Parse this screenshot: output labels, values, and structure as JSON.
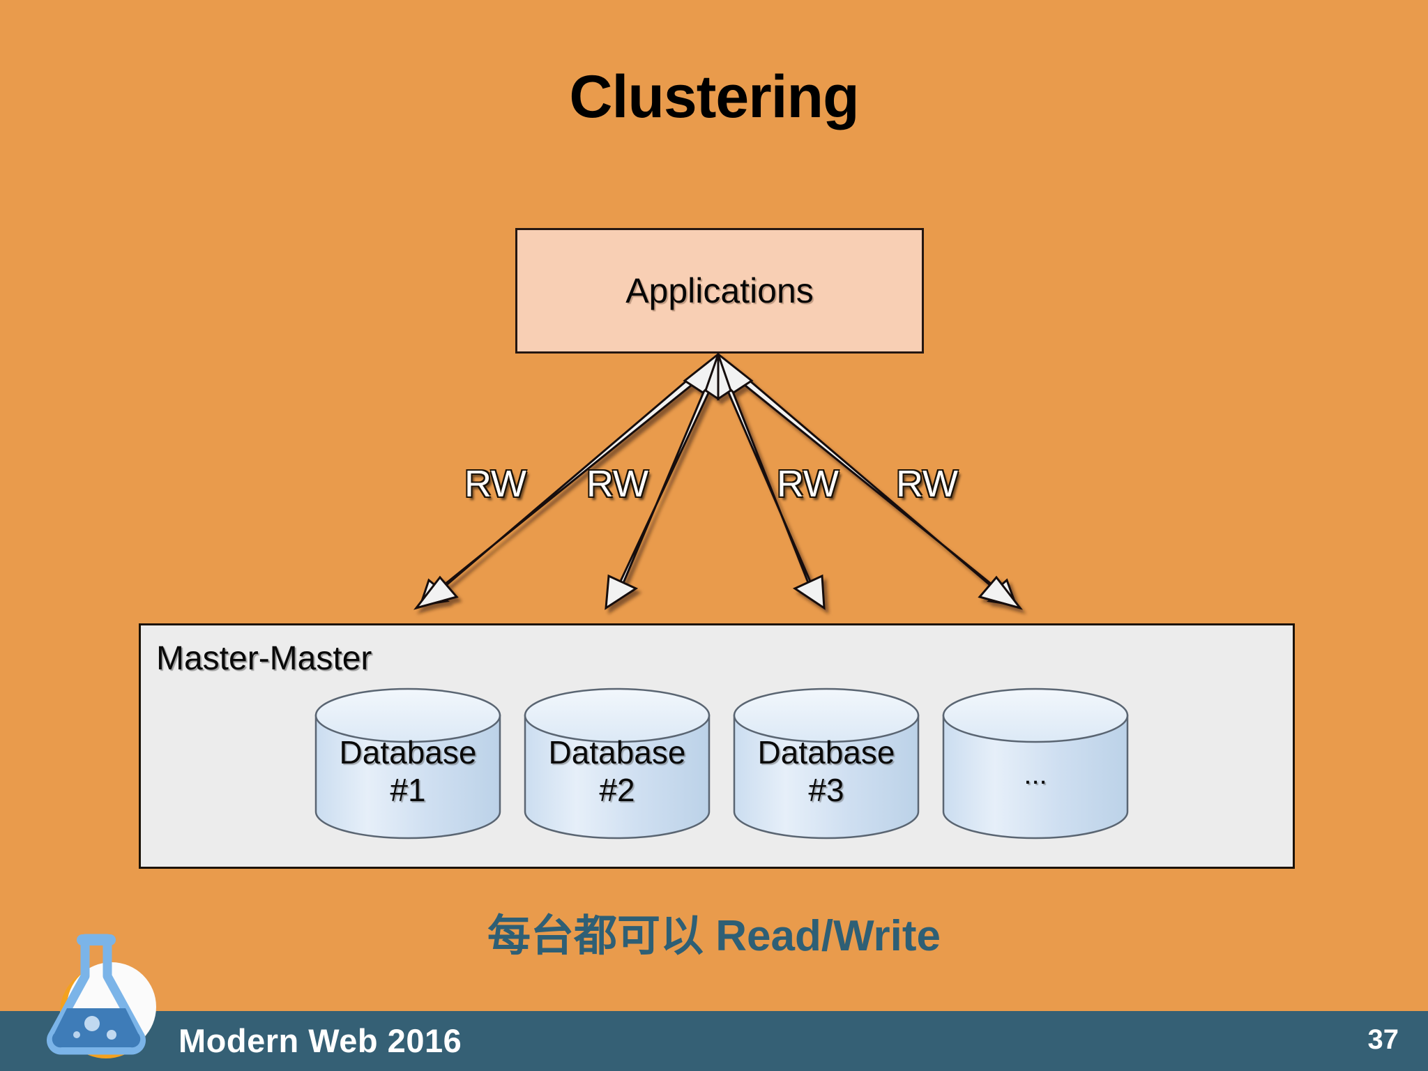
{
  "slide": {
    "title": "Clustering",
    "background_color": "#E99B4C",
    "page_number": "37"
  },
  "diagram": {
    "applications": {
      "label": "Applications",
      "fill_color": "#F8CFB4",
      "border_color": "#241712"
    },
    "connections": [
      {
        "label": "RW",
        "icon": "double-headed-arrow"
      },
      {
        "label": "RW",
        "icon": "double-headed-arrow"
      },
      {
        "label": "RW",
        "icon": "double-headed-arrow"
      },
      {
        "label": "RW",
        "icon": "double-headed-arrow"
      }
    ],
    "cluster": {
      "label": "Master-Master",
      "fill_color": "#ECECEC",
      "nodes": [
        {
          "icon": "database-cylinder-icon",
          "line1": "Database",
          "line2": "#1"
        },
        {
          "icon": "database-cylinder-icon",
          "line1": "Database",
          "line2": "#2"
        },
        {
          "icon": "database-cylinder-icon",
          "line1": "Database",
          "line2": "#3"
        },
        {
          "icon": "database-cylinder-icon",
          "line1": "...",
          "line2": ""
        }
      ]
    }
  },
  "caption": {
    "text": "每台都可以 Read/Write",
    "color": "#2E5F75"
  },
  "footer": {
    "title": "Modern Web 2016",
    "bar_color": "#356075",
    "text_color": "#FFFFFF",
    "logo_icon": "flask-logo-icon"
  }
}
